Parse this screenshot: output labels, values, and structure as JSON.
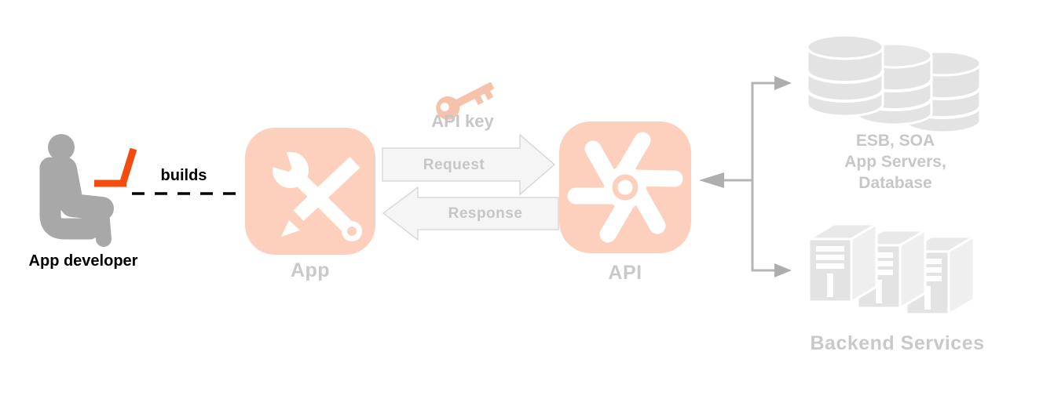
{
  "developer": {
    "label": "App developer",
    "action_label": "builds"
  },
  "app": {
    "label": "App"
  },
  "api_key": {
    "label": "API key"
  },
  "flow": {
    "request_label": "Request",
    "response_label": "Response"
  },
  "api": {
    "label": "API"
  },
  "enterprise_systems": {
    "lines": [
      "ESB, SOA",
      "App Servers,",
      "Database"
    ]
  },
  "backend_services": {
    "label": "Backend Services"
  },
  "icons": {
    "developer": "person-with-laptop-icon",
    "app": "wrench-and-pencil-icon",
    "api_key": "key-icon",
    "api": "gear-pinwheel-icon",
    "enterprise_systems": "database-stack-icon",
    "backend_services": "server-towers-icon"
  },
  "colors": {
    "accent_salmon": "#fdd0bd",
    "key_salmon": "#f7c2ac",
    "laptop_orange": "#f34c0c",
    "person_gray": "#a8a8a8",
    "muted_label_gray": "#c7c7c7",
    "arrow_fill": "#f5f5f5",
    "arrow_border": "#d9d9d9",
    "connector_gray": "#b5b5b5",
    "asset_gray": "#e3e3e3",
    "text_black": "#000000"
  }
}
